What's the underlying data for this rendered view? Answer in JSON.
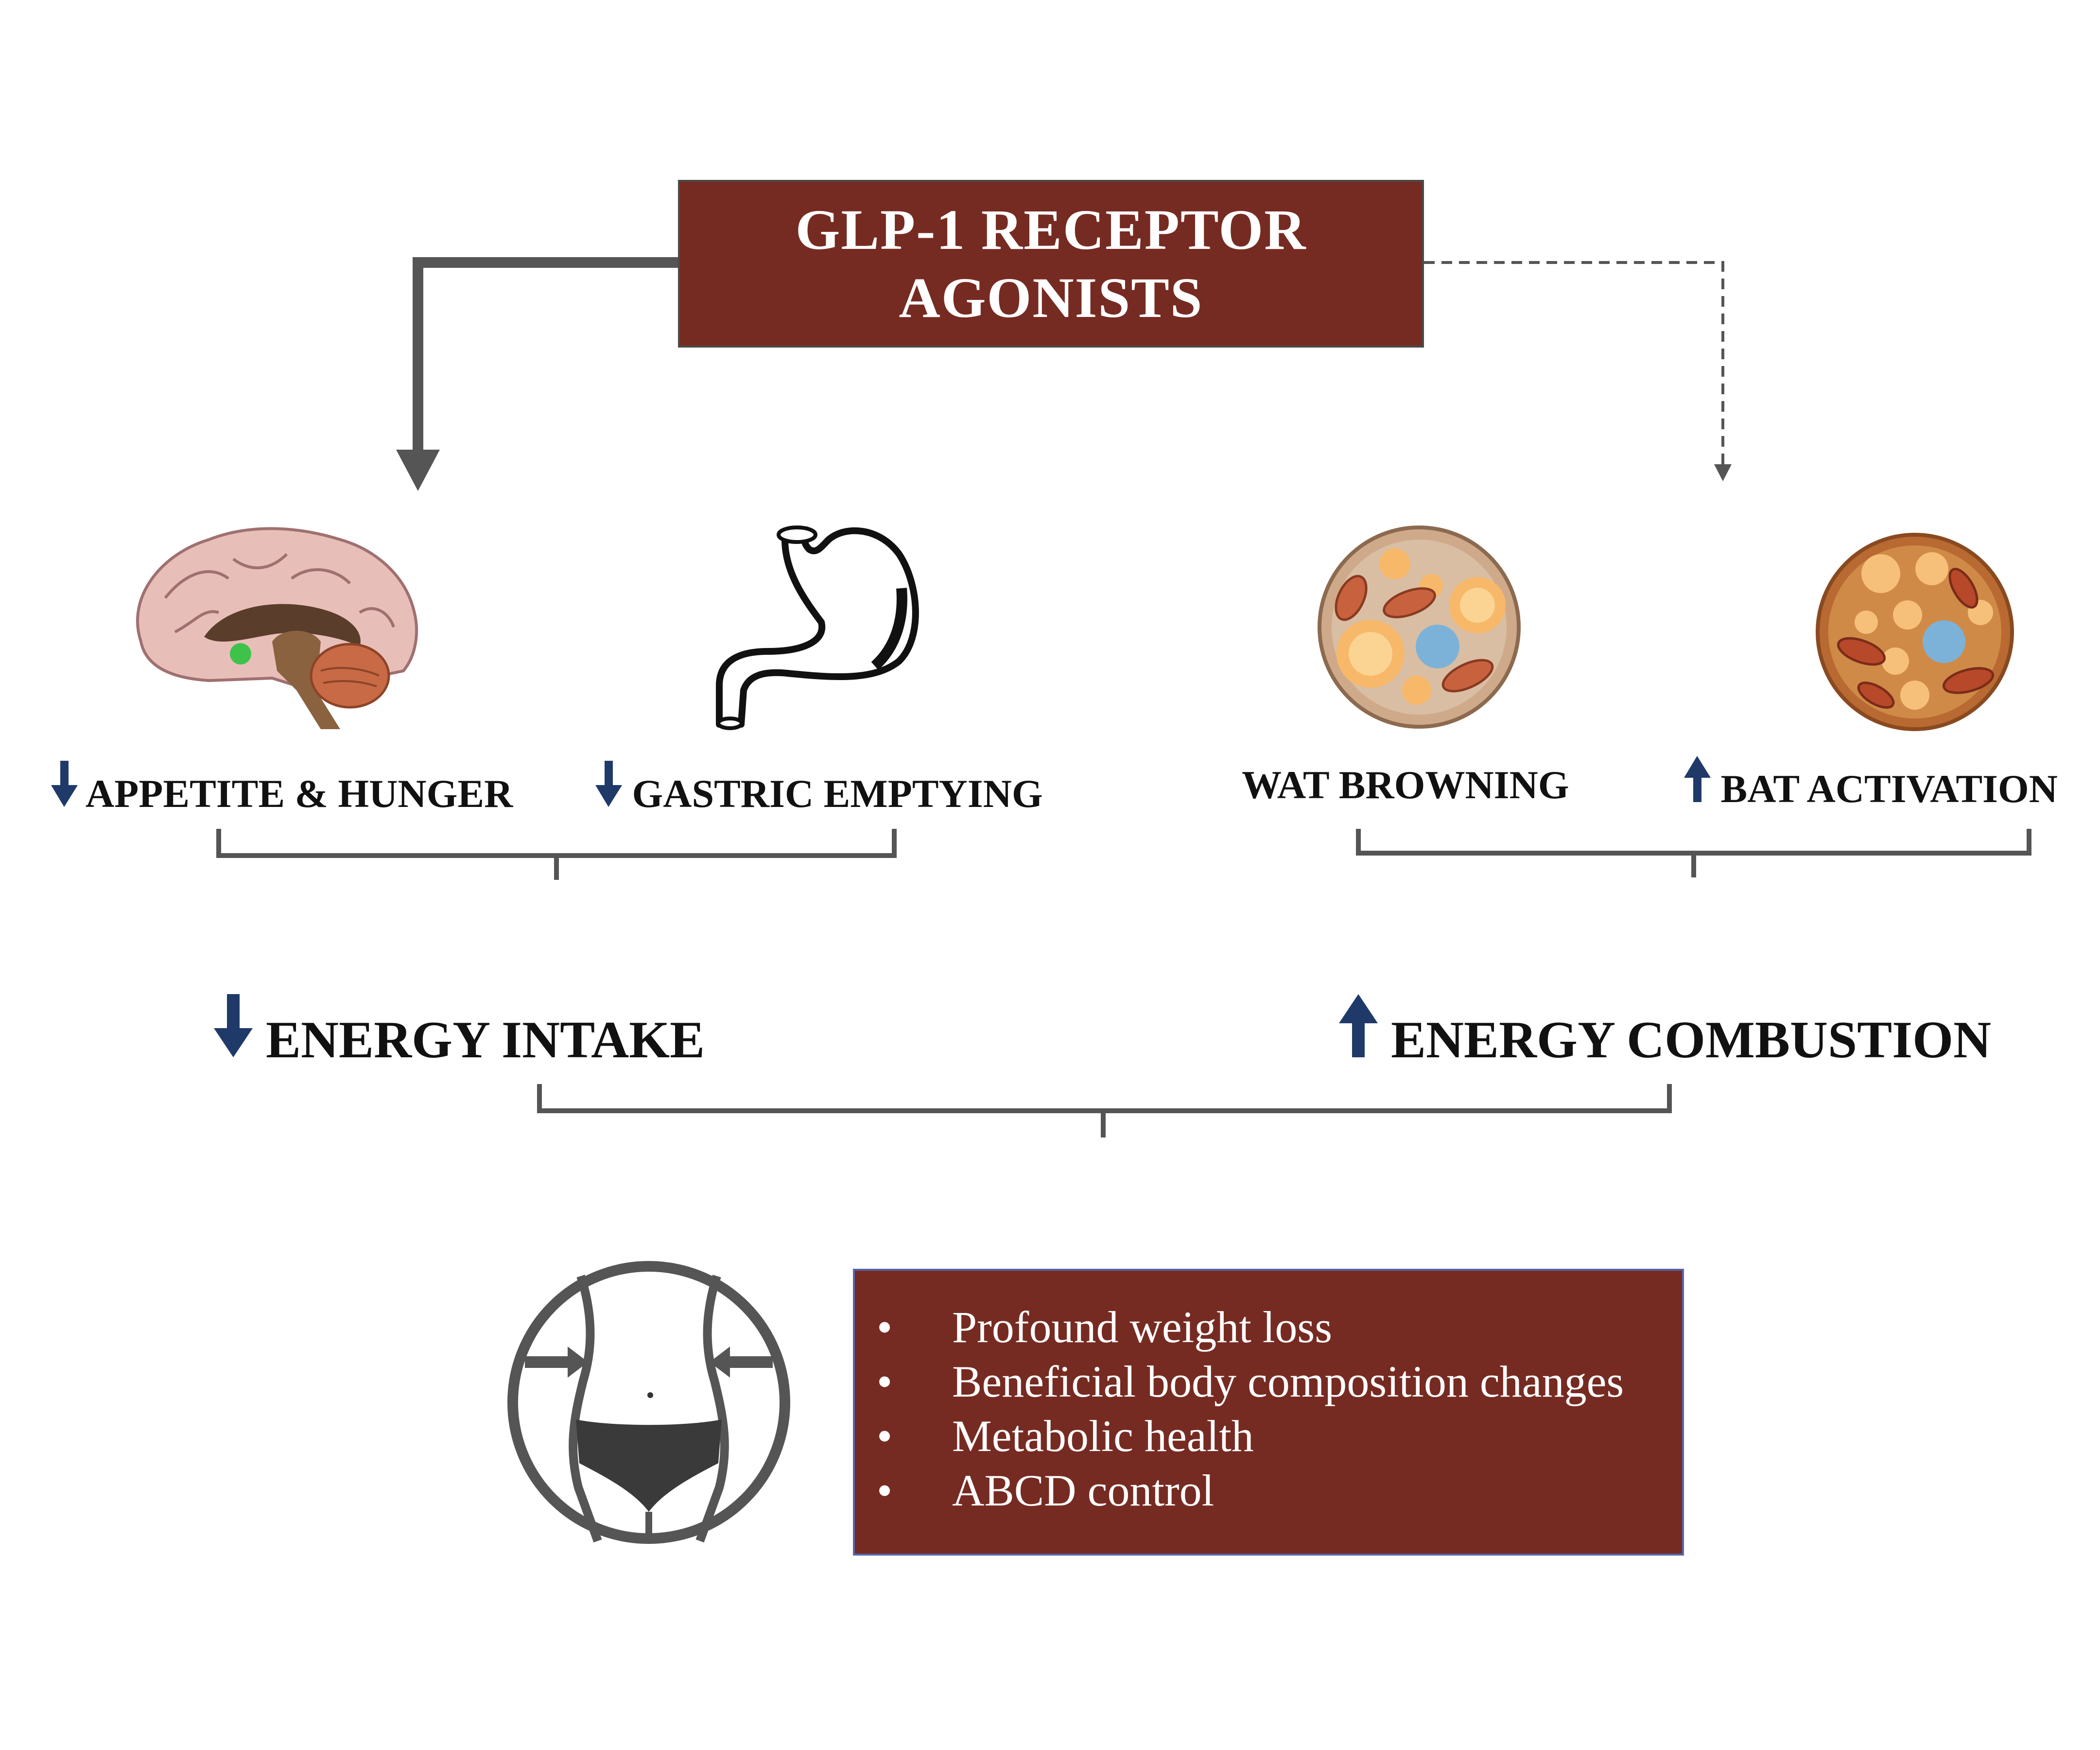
{
  "title": {
    "line1": "GLP-1 RECEPTOR",
    "line2": "AGONISTS"
  },
  "effects": {
    "appetite": {
      "arrow": "down",
      "label": "APPETITE & HUNGER"
    },
    "gastric": {
      "arrow": "down",
      "label": "GASTRIC EMPTYING"
    },
    "wat": {
      "label": "WAT BROWNING"
    },
    "bat": {
      "arrow": "up",
      "label": "BAT ACTIVATION"
    }
  },
  "outcomes": {
    "intake": {
      "arrow": "down",
      "label": "ENERGY INTAKE"
    },
    "combustion": {
      "arrow": "up",
      "label": "ENERGY COMBUSTION"
    }
  },
  "results": {
    "bullet": "•",
    "items": [
      "Profound weight loss",
      "Beneficial body composition changes",
      "Metabolic health",
      "ABCD control"
    ]
  },
  "icons": {
    "brain": "brain-icon",
    "stomach": "stomach-icon",
    "white_fat_cell": "white-adipocyte-icon",
    "brown_fat_cell": "brown-adipocyte-icon",
    "waist": "waist-slimming-icon",
    "down_arrow": "down-arrow-icon",
    "up_arrow": "up-arrow-icon"
  },
  "colors": {
    "box_fill": "#762b22",
    "arrow_blue": "#1f3a68",
    "connector_gray": "#555555",
    "text": "#111111"
  }
}
